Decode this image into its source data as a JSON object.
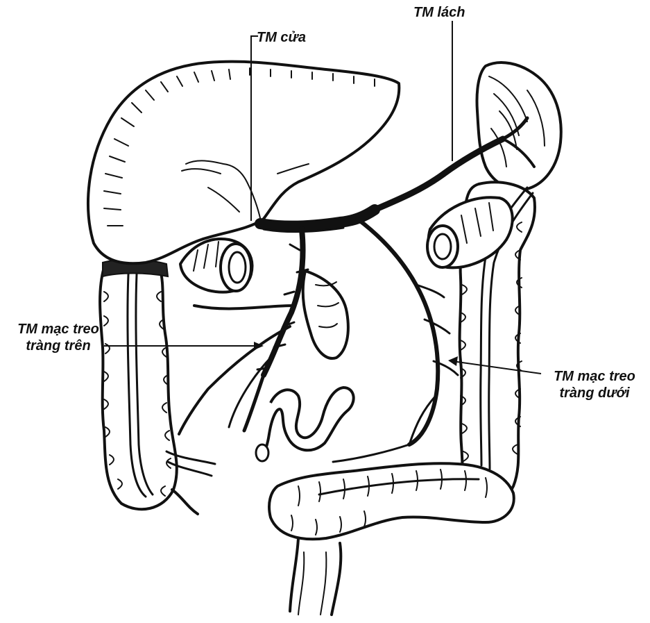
{
  "labels": {
    "portal_vein": "TM cửa",
    "splenic_vein": "TM lách",
    "superior_mesenteric_vein": [
      "TM mạc treo",
      "tràng trên"
    ],
    "inferior_mesenteric_vein": [
      "TM mạc treo",
      "tràng dưới"
    ]
  },
  "colors": {
    "ink": "#111111",
    "background": "#ffffff"
  }
}
